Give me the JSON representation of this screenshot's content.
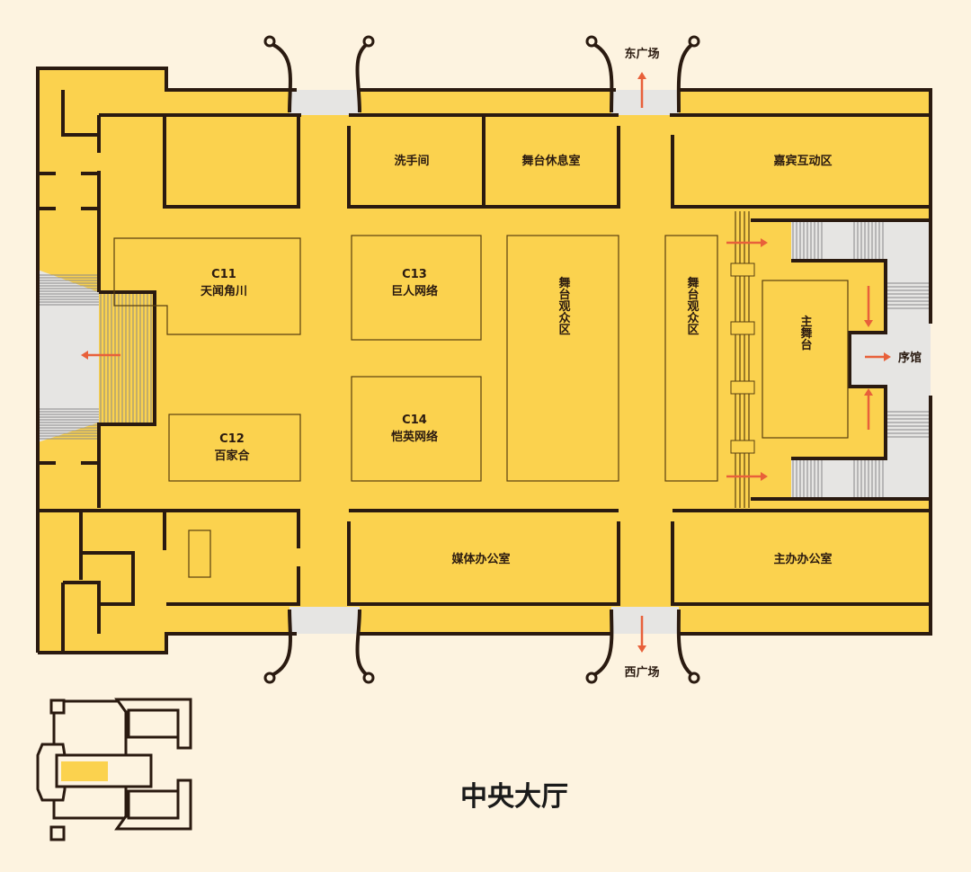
{
  "map": {
    "title": "中央大厅",
    "colors": {
      "background": "#fdf3e0",
      "floor": "#fbd24e",
      "wall": "#2a1a10",
      "corridor": "#e6e5e3",
      "arrow": "#e8603a"
    },
    "exits": {
      "east_plaza": "东广场",
      "west_plaza": "西广场",
      "prelude_hall": "序馆"
    },
    "rooms": {
      "restroom": "洗手间",
      "stage_lounge": "舞台休息室",
      "guest_area": "嘉宾互动区",
      "media_office": "媒体办公室",
      "organizer_office": "主办办公室",
      "main_stage": "主舞台",
      "audience_left": "舞台观众区",
      "audience_right": "舞台观众区"
    },
    "booths": [
      {
        "code": "C11",
        "name": "天闻角川"
      },
      {
        "code": "C12",
        "name": "百家合"
      },
      {
        "code": "C13",
        "name": "巨人网络"
      },
      {
        "code": "C14",
        "name": "恺英网络"
      }
    ]
  }
}
